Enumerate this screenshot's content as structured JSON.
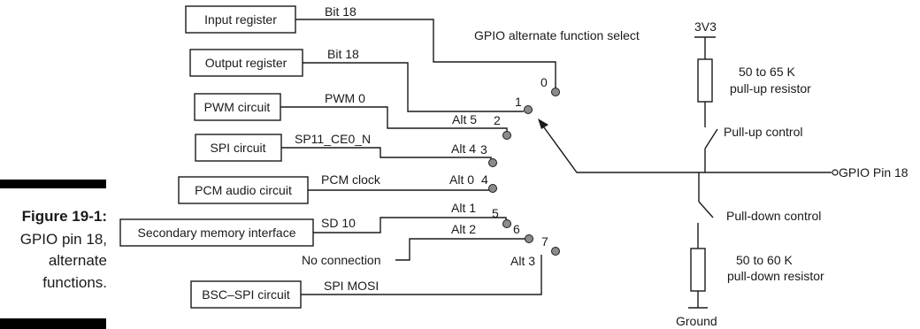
{
  "caption": {
    "figure": "Figure 19-1:",
    "lines": [
      "GPIO pin 18,",
      "alternate",
      "functions."
    ]
  },
  "boxes": {
    "input_register": "Input register",
    "output_register": "Output register",
    "pwm": "PWM circuit",
    "spi": "SPI circuit",
    "pcm": "PCM audio circuit",
    "secondary": "Secondary memory interface",
    "bsc": "BSC–SPI circuit"
  },
  "signals": {
    "input_bit": "Bit 18",
    "output_bit": "Bit 18",
    "pwm": "PWM 0",
    "spi": "SP11_CE0_N",
    "pcm": "PCM clock",
    "sd": "SD 10",
    "spi_mosi": "SPI MOSI",
    "no_connection": "No connection"
  },
  "alts": {
    "alt5": "Alt 5",
    "alt4": "Alt 4",
    "alt0": "Alt 0",
    "alt1": "Alt 1",
    "alt2": "Alt 2",
    "alt3": "Alt 3"
  },
  "positions": {
    "p0": "0",
    "p1": "1",
    "p2": "2",
    "p3": "3",
    "p4": "4",
    "p5": "5",
    "p6": "6",
    "p7": "7"
  },
  "selector_label": "GPIO alternate function select",
  "supply": "3V3",
  "pullup_resistor": [
    "50 to 65 K",
    "pull-up resistor"
  ],
  "pullup_control": "Pull-up control",
  "pin": "GPIO Pin 18",
  "pulldown_control": "Pull-down control",
  "pulldown_resistor": [
    "50 to 60 K",
    "pull-down resistor"
  ],
  "ground": "Ground"
}
